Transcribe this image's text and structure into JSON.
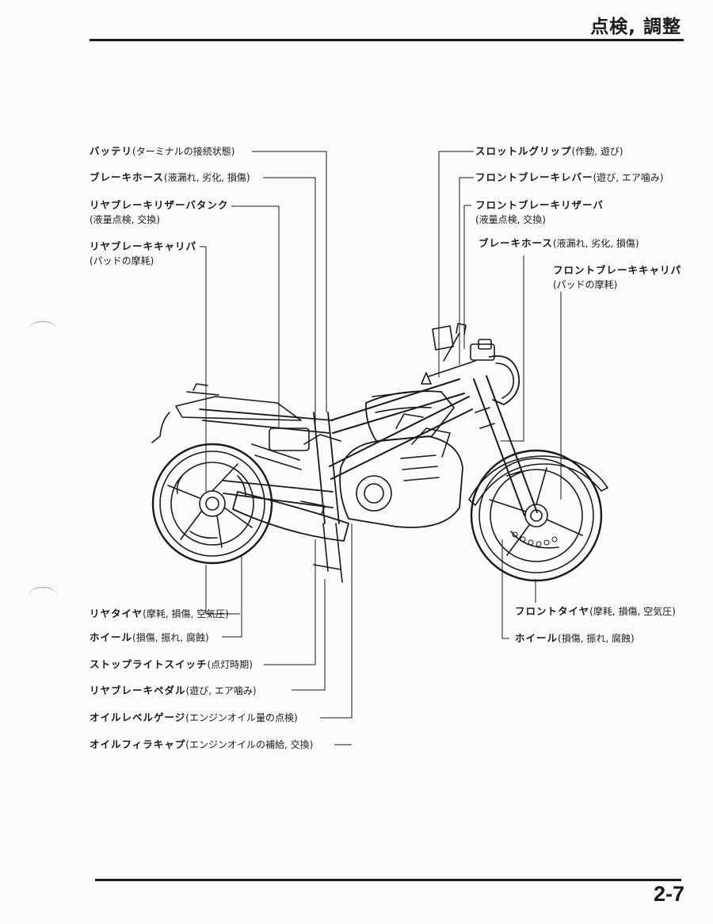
{
  "header": {
    "title": "点検, 調整"
  },
  "page_number": "2-7",
  "callouts": {
    "battery": {
      "label": "バッテリ",
      "detail": "(ターミナルの接続状態)"
    },
    "rear_brake_hose": {
      "label": "ブレーキホース",
      "detail": "(液漏れ, 劣化, 損傷)"
    },
    "rear_reservoir": {
      "label": "リヤブレーキリザーバタンク",
      "sub": "(液量点検, 交換)"
    },
    "rear_caliper": {
      "label": "リヤブレーキキャリパ",
      "sub": "(パッドの摩耗)"
    },
    "throttle_grip": {
      "label": "スロットルグリップ",
      "detail": "(作動, 遊び)"
    },
    "front_brake_lever": {
      "label": "フロントブレーキレバー",
      "detail": "(遊び, エア噛み)"
    },
    "front_reservoir": {
      "label": "フロントブレーキリザーバ",
      "sub": "(液量点検, 交換)"
    },
    "front_brake_hose": {
      "label": "ブレーキホース",
      "detail": "(液漏れ,  劣化, 損傷)"
    },
    "front_caliper": {
      "label": "フロントブレーキキャリパ",
      "sub": "(パッドの摩耗)"
    },
    "rear_tire": {
      "label": "リヤタイヤ",
      "detail": "(摩耗, 損傷, 空気圧)"
    },
    "rear_wheel": {
      "label": "ホイール",
      "detail": "(損傷, 振れ, 腐蝕)"
    },
    "stoplight_switch": {
      "label": "ストップライトスイッチ",
      "detail": "(点灯時期)"
    },
    "rear_brake_pedal": {
      "label": "リヤブレーキペダル",
      "detail": "(遊び, エア噛み)"
    },
    "oil_level_gauge": {
      "label": "オイルレベルゲージ",
      "detail": "(エンジンオイル量の点検)"
    },
    "oil_filler_cap": {
      "label": "オイルフィラキャプ",
      "detail": "(エンジンオイルの補給, 交換)"
    },
    "front_tire": {
      "label": "フロントタイヤ",
      "detail": "(摩耗, 損傷, 空気圧)"
    },
    "front_wheel": {
      "label": "ホイール",
      "detail": "(損傷, 振れ, 腐蝕)"
    }
  }
}
